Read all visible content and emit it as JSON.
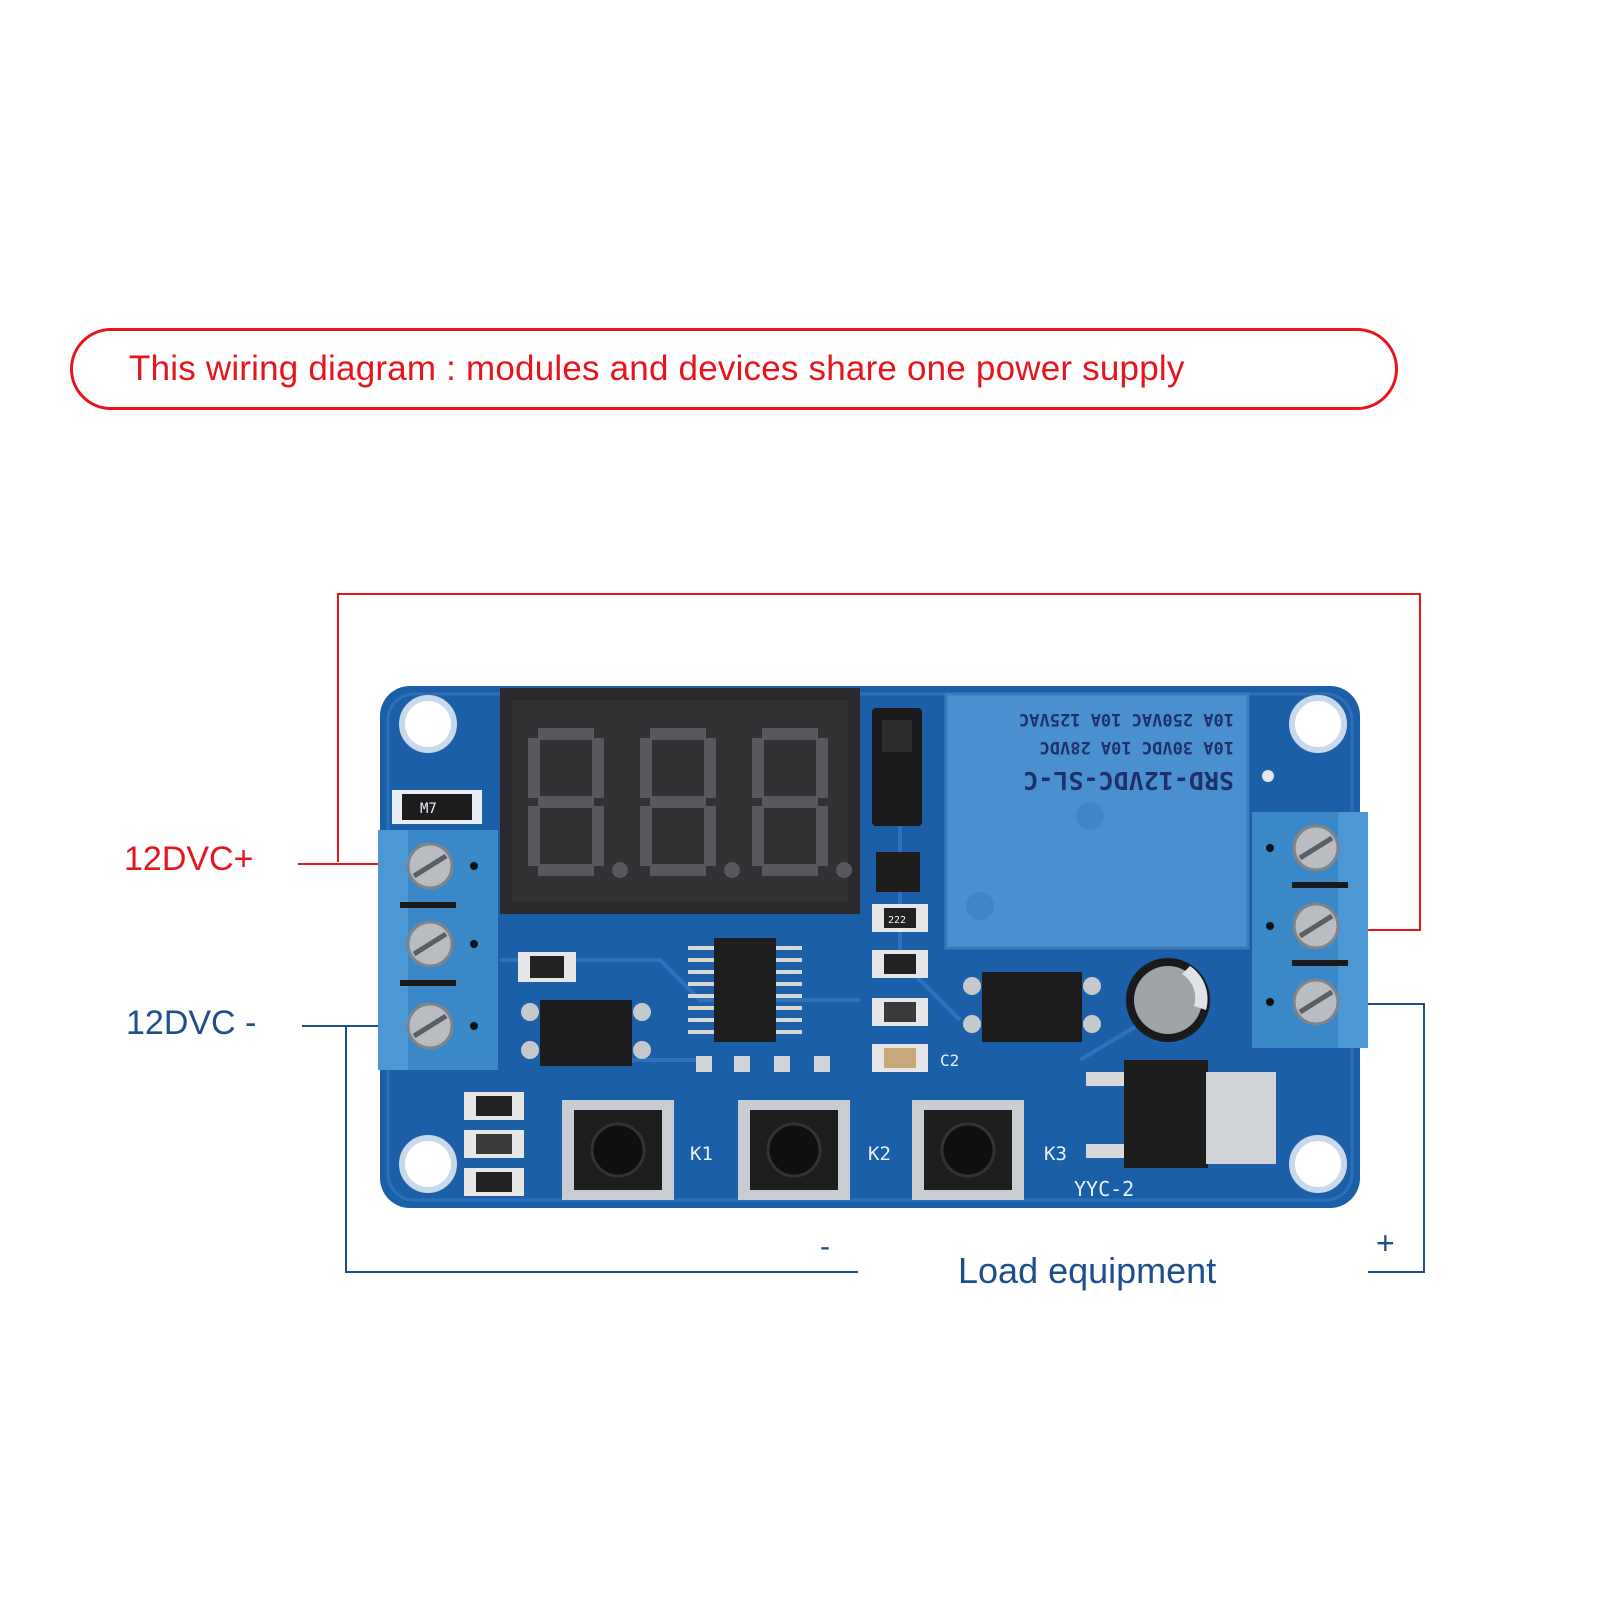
{
  "title": "This wiring diagram : modules and devices share one power supply",
  "labels": {
    "supply_positive": "12DVC+",
    "supply_negative": "12DVC -",
    "load": "Load equipment",
    "load_minus": "-",
    "load_plus": "+"
  },
  "board": {
    "relay_lines": [
      "SRD-12VDC-SL-C",
      "10A 30VDC   10A 28VDC",
      "10A 250VAC  10A 125VAC"
    ],
    "buttons": [
      "K1",
      "K2",
      "K3"
    ],
    "capacitor_label": "C2",
    "model": "YYC-2",
    "resistor_code": "222",
    "diode_code": "M7"
  },
  "colors": {
    "positive_wire": "#e8141c",
    "negative_wire": "#1f4e8c",
    "pcb": "#1b5fa8",
    "terminal": "#3a88c8",
    "relay": "#4a90d0"
  }
}
